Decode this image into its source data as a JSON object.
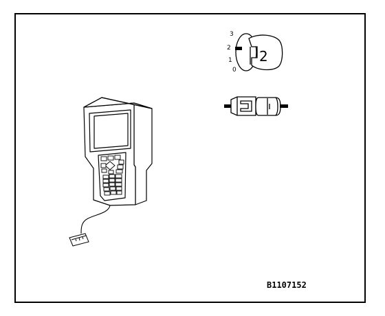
{
  "figure": {
    "id_label": "B1107152"
  },
  "key_switch": {
    "positions": [
      "3",
      "2",
      "1",
      "0"
    ],
    "key_number": "2"
  },
  "icons": {
    "handheld": "handheld-tester-icon",
    "ignition": "ignition-key-icon",
    "connector": "connector-icon"
  }
}
